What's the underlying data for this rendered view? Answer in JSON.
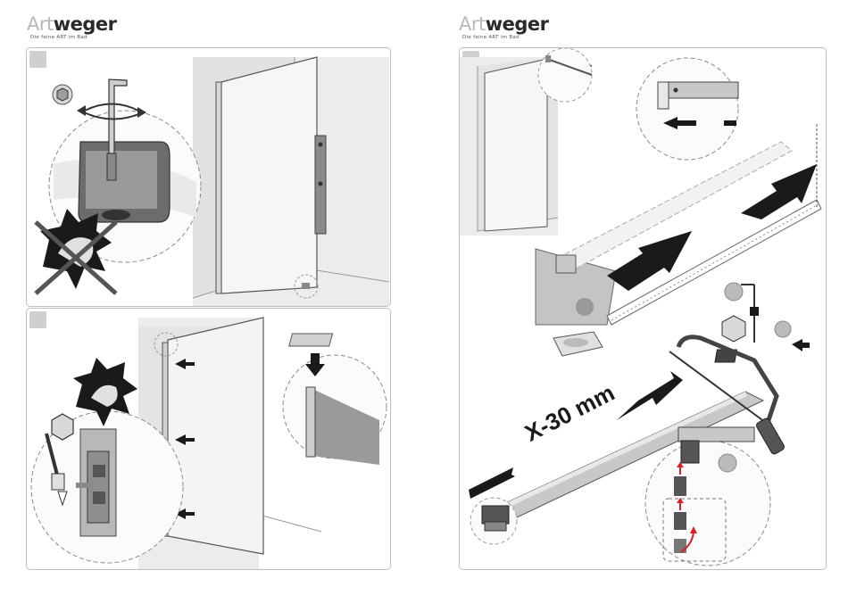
{
  "brand_left": {
    "art": "Art",
    "rest": "weger",
    "tagline": "Die feine ART im Bad"
  },
  "brand_right": {
    "art": "Art",
    "rest": "weger",
    "tagline": "Die feine ART im Bad"
  },
  "measure_label": "X-30 mm",
  "colors": {
    "panel_border": "#bdbdbd",
    "arrow": "#1a1a1a",
    "accent_red": "#d62020",
    "step_box": "#cfcfcf"
  },
  "icons": [
    "hex-nut-icon",
    "allen-key-icon",
    "rotate-arrow-icon",
    "no-power-tool-icon",
    "power-tool-icon",
    "hacksaw-icon"
  ]
}
